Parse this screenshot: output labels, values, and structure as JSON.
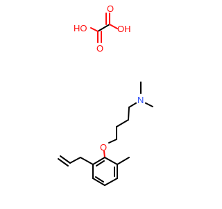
{
  "diagram": {
    "type": "chemical-structure",
    "background": "#ffffff",
    "colors": {
      "bond": "#000000",
      "oxygen": "#ff0d0d",
      "nitrogen": "#3050f8"
    },
    "atom_labels": {
      "oxalic_oh_left": "HO",
      "oxalic_oh_right": "OH",
      "oxalic_o_left": "O",
      "oxalic_o_right": "O",
      "amine_n": "N",
      "ether_o": "O"
    }
  }
}
